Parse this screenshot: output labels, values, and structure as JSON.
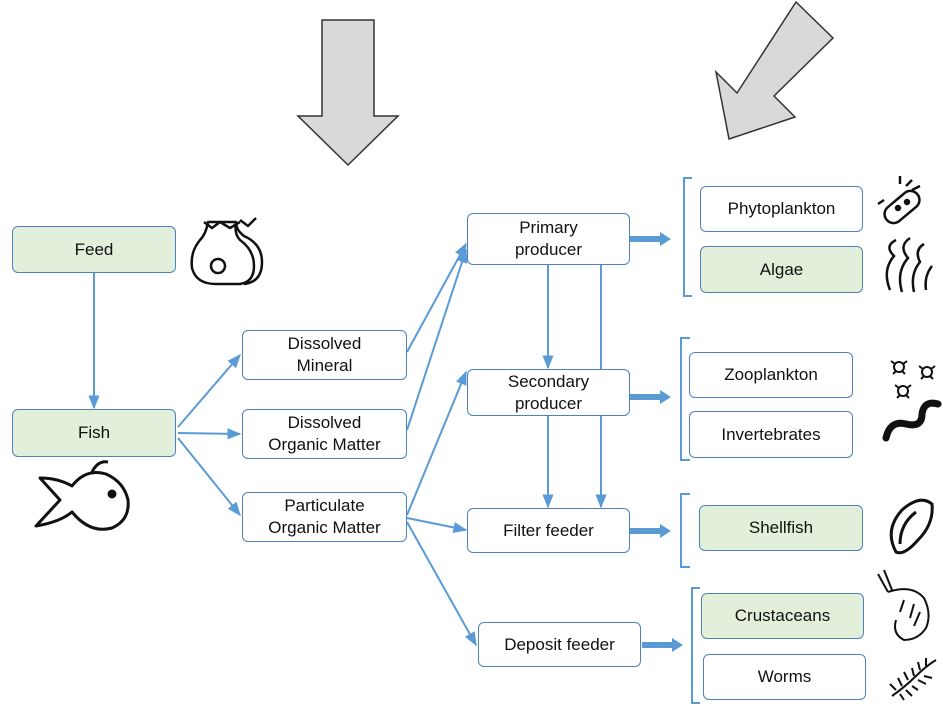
{
  "nodes": {
    "feed": "Feed",
    "fish": "Fish",
    "dissolved_mineral": [
      "Dissolved",
      "Mineral"
    ],
    "dissolved_organic": [
      "Dissolved",
      "Organic Matter"
    ],
    "particulate_organic": [
      "Particulate",
      "Organic Matter"
    ],
    "primary_producer": [
      "Primary",
      "producer"
    ],
    "secondary_producer": [
      "Secondary",
      "producer"
    ],
    "filter_feeder": "Filter feeder",
    "deposit_feeder": "Deposit feeder",
    "phytoplankton": "Phytoplankton",
    "algae": "Algae",
    "zooplankton": "Zooplankton",
    "invertebrates": "Invertebrates",
    "shellfish": "Shellfish",
    "crustaceans": "Crustaceans",
    "worms": "Worms"
  },
  "colors": {
    "connector": "#5b9bd5",
    "box_border": "#4f81bd",
    "green_fill": "#e2efda",
    "big_arrow_fill": "#d9d9d9"
  },
  "icons": [
    "trash-bags-icon",
    "fish-icon",
    "bacteria-icon",
    "seaweed-icon",
    "zooplankton-icon",
    "worm-icon",
    "mussel-icon",
    "shrimp-icon",
    "centipede-icon"
  ]
}
